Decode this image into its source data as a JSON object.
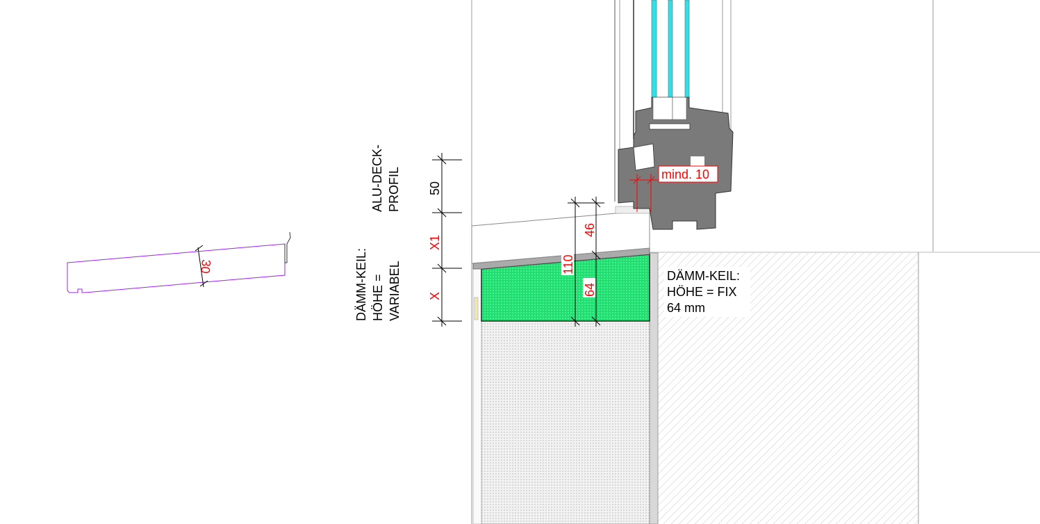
{
  "labels": {
    "alu_deck_profil": [
      "ALU-DECK-",
      "PROFIL"
    ],
    "daemm_keil_variabel": [
      "DÄMM-KEIL:",
      "HÖHE =",
      "VARIABEL"
    ],
    "daemm_keil_fix": [
      "DÄMM-KEIL:",
      "HÖHE = FIX",
      "64 mm"
    ]
  },
  "dimensions": {
    "d50": "50",
    "x1": "X1",
    "x": "X",
    "d110": "110",
    "d46": "46",
    "d64": "64",
    "mind10": "mind. 10",
    "profile_thickness": "30"
  },
  "colors": {
    "insulation": "#1ee070",
    "glass": "#2fe0e8",
    "frame": "#7a7a7a",
    "profile_outline": "#a020f0",
    "dimension_text": "#ff0000"
  }
}
